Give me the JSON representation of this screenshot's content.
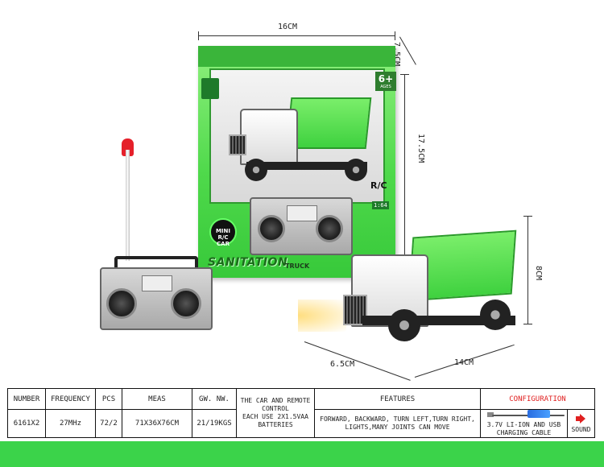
{
  "dimensions": {
    "pkg_width": "16CM",
    "pkg_depth": "7.5CM",
    "pkg_height": "17.5CM",
    "truck_height": "8CM",
    "truck_length": "14CM",
    "truck_width": "6.5CM"
  },
  "package": {
    "age": "6+",
    "age_sub": "AGES",
    "mini_logo": "MINI R/C CAR",
    "rc_logo": "R/C",
    "scale": "1:64",
    "title_main": "SANITATION",
    "title_sub": "TRUCK"
  },
  "table": {
    "headers": {
      "number": "NUMBER",
      "frequency": "FREQUENCY",
      "pcs": "PCS",
      "meas": "MEAS",
      "gw_nw": "GW. NW.",
      "battery_note": "THE CAR AND REMOTE CONTROL",
      "features": "FEATURES",
      "config": "CONFIGURATION"
    },
    "row": {
      "number": "6161X2",
      "frequency": "27MHz",
      "pcs": "72/2",
      "meas": "71X36X76CM",
      "gw_nw": "21/19KGS",
      "battery_note": "EACH USE 2X1.5VAA BATTERIES",
      "features": "FORWARD, BACKWARD, TURN LEFT,TURN RIGHT, LIGHTS,MANY JOINTS CAN MOVE",
      "config_item": "3.7V LI-ION AND USB CHARGING CABLE",
      "sound": "SOUND"
    }
  },
  "colors": {
    "accent_green": "#3bd34a",
    "config_red": "#e02020"
  }
}
